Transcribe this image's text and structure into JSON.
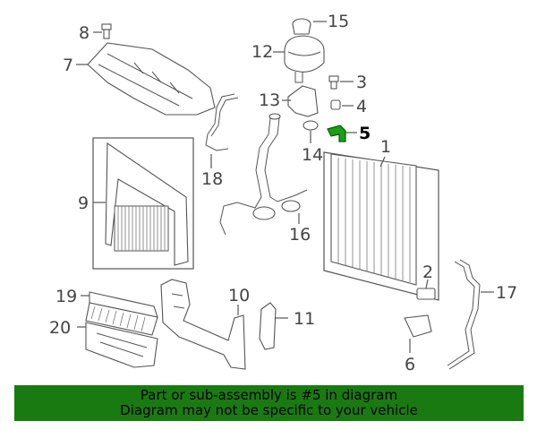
{
  "callouts": {
    "c1": "1",
    "c2": "2",
    "c3": "3",
    "c4": "4",
    "c5": "5",
    "c6": "6",
    "c7": "7",
    "c8": "8",
    "c9": "9",
    "c10": "10",
    "c11": "11",
    "c12": "12",
    "c13": "13",
    "c14": "14",
    "c15": "15",
    "c16": "16",
    "c17": "17",
    "c18": "18",
    "c19": "19",
    "c20": "20"
  },
  "highlighted_part": "5",
  "banner": {
    "line1": "Part or sub-assembly is #5 in diagram",
    "line2": "Diagram may not be specific to your vehicle"
  },
  "colors": {
    "banner_bg": "#1a7a12",
    "highlight": "#1aa012",
    "line": "#555555"
  }
}
